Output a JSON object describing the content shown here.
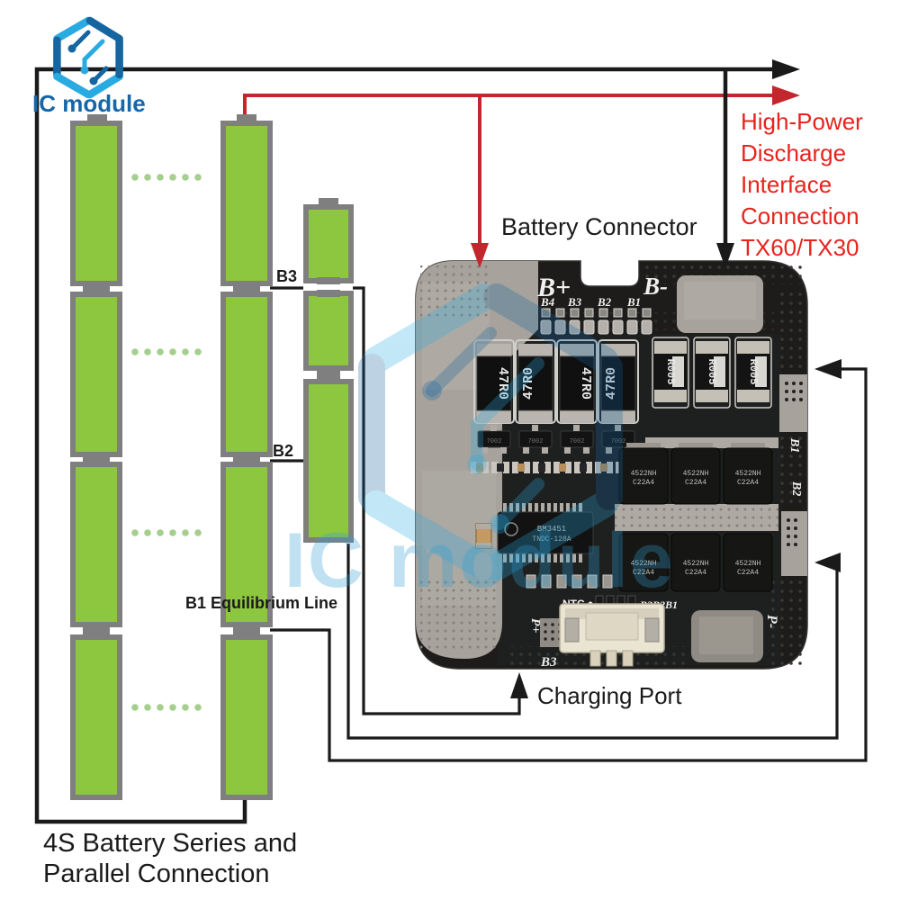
{
  "logo": {
    "text": "IC module"
  },
  "watermark": {
    "text": "IC module"
  },
  "labels": {
    "battery_connector": "Battery Connector",
    "charging_port": "Charging Port",
    "b3_tap": "B3",
    "b2_tap": "B2",
    "b1_tap": "B1 Equilibrium Line",
    "caption_line1": "4S Battery Series and",
    "caption_line2": "Parallel Connection",
    "high_power_line1": "High-Power",
    "high_power_line2": "Discharge",
    "high_power_line3": "Interface",
    "high_power_line4": "Connection",
    "high_power_line5": "TX60/TX30"
  },
  "pcb": {
    "silk": {
      "b_plus": "B+",
      "b_minus": "B-",
      "bal_b4": "B4",
      "bal_b3": "B3",
      "bal_b2": "B2",
      "bal_b1": "B1",
      "ntc": "NTC",
      "conn_pins": "B3B2B1",
      "p_plus": "P+",
      "p_minus": "P-",
      "b3_pad": "B3",
      "edge_b1": "B1",
      "edge_b2": "B2"
    },
    "parts": {
      "power_resistor": "47R0",
      "shunt_resistor": "R005",
      "transistor": "7002",
      "ic_line1": "BM3451",
      "ic_line2": "TNDC-128A",
      "mosfet_line1": "4522NH",
      "mosfet_line2": "C22A4"
    }
  },
  "colors": {
    "battery_green": "#8dc63f",
    "battery_border": "#7f7f7f",
    "dot_green": "#a5cf8c",
    "wire_black": "#1a1a1a",
    "wire_red": "#c1272d",
    "label_red": "#e8231d",
    "logo_blue": "#1565a0",
    "logo_cyan": "#29abe2",
    "pcb_black": "#1d1c1a",
    "pad_silver": "#a7a39c"
  }
}
